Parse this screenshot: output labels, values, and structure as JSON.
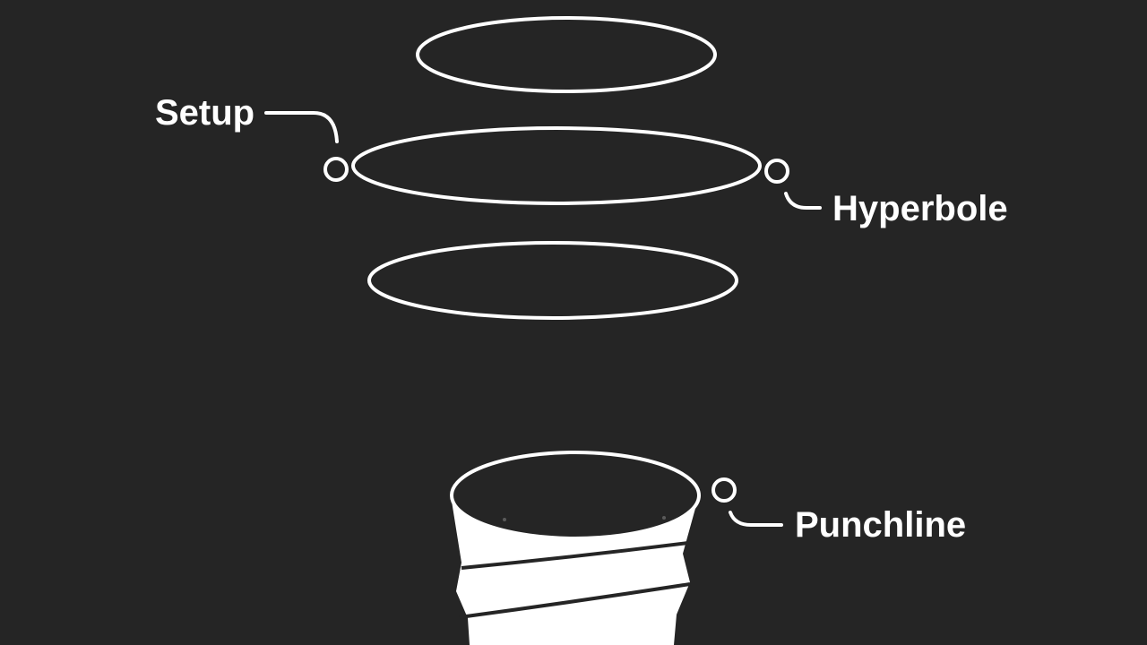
{
  "labels": {
    "setup": "Setup",
    "hyperbole": "Hyperbole",
    "punchline": "Punchline"
  },
  "colors": {
    "background": "#252525",
    "stroke": "#ffffff",
    "fill": "#ffffff"
  }
}
